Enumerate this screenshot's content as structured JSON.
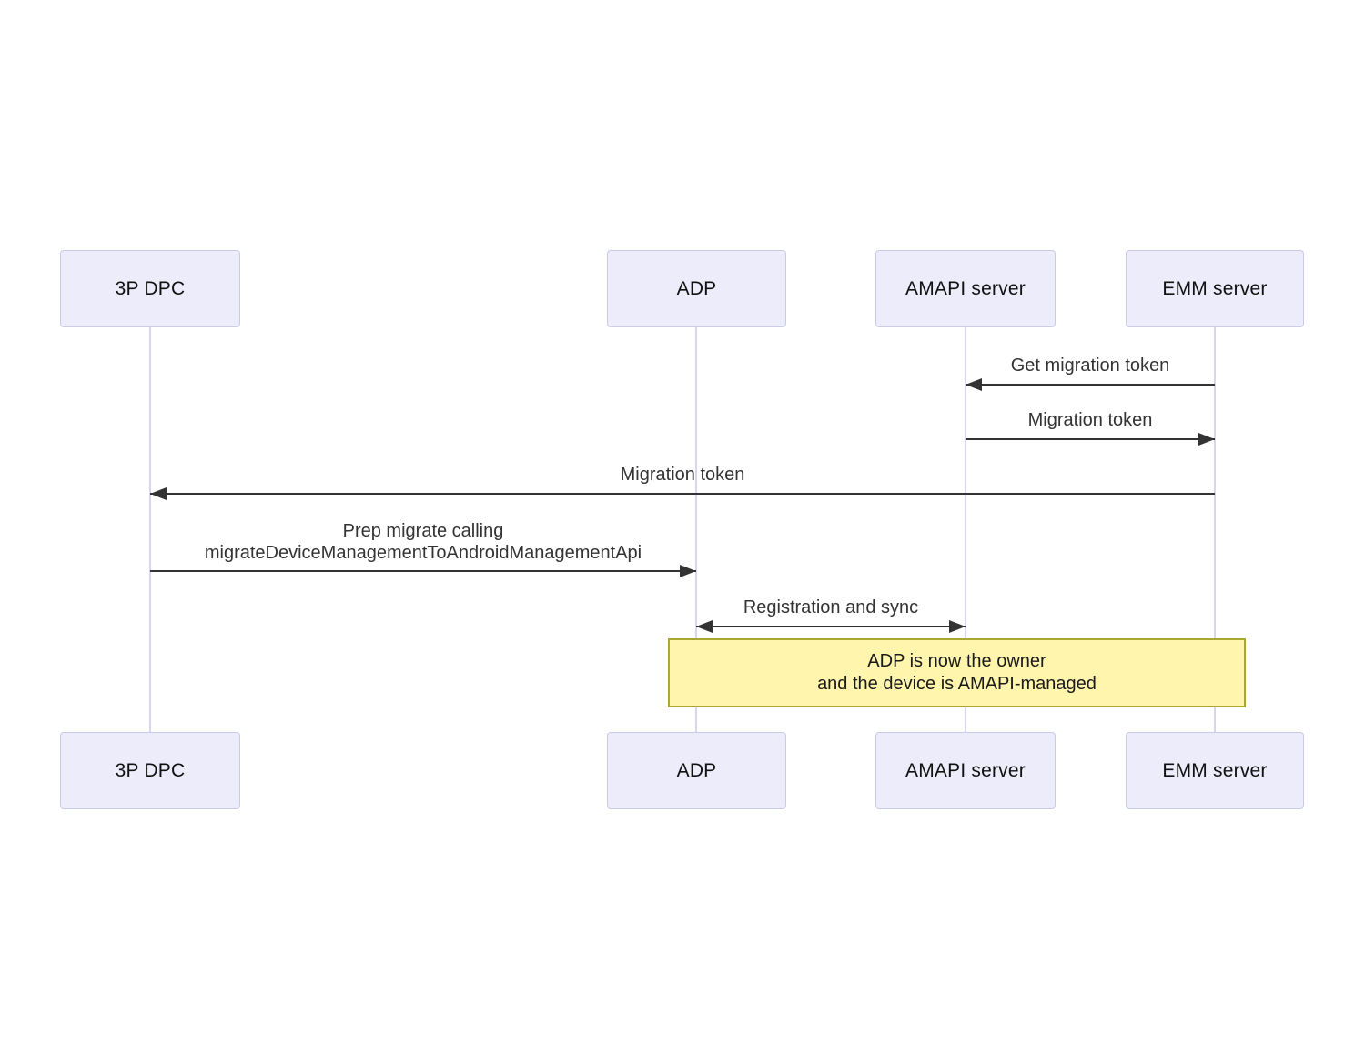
{
  "diagram": {
    "type": "sequence-diagram",
    "actors": [
      {
        "id": "3p-dpc",
        "label": "3P DPC"
      },
      {
        "id": "adp",
        "label": "ADP"
      },
      {
        "id": "amapi-server",
        "label": "AMAPI server"
      },
      {
        "id": "emm-server",
        "label": "EMM server"
      }
    ],
    "messages": [
      {
        "from": "emm-server",
        "to": "amapi-server",
        "direction": "left",
        "label": "Get migration token"
      },
      {
        "from": "amapi-server",
        "to": "emm-server",
        "direction": "right",
        "label": "Migration token"
      },
      {
        "from": "emm-server",
        "to": "3p-dpc",
        "direction": "left",
        "label": "Migration token"
      },
      {
        "from": "3p-dpc",
        "to": "adp",
        "direction": "right",
        "label": "Prep migrate calling\nmigrateDeviceManagementToAndroidManagementApi"
      },
      {
        "from": "adp",
        "to": "amapi-server",
        "direction": "both",
        "label": "Registration and sync"
      }
    ],
    "note": {
      "over": [
        "adp",
        "emm-server"
      ],
      "text": "ADP is now the owner\nand the device is AMAPI-managed"
    },
    "colors": {
      "actor_fill": "#ececfa",
      "actor_border": "#c9c9e8",
      "lifeline": "#d8d5f0",
      "arrow": "#333333",
      "message_text": "#333333",
      "note_fill": "#fff5ad",
      "note_border": "#a8a833",
      "note_text": "#1a1a1a",
      "background": "#ffffff"
    }
  }
}
